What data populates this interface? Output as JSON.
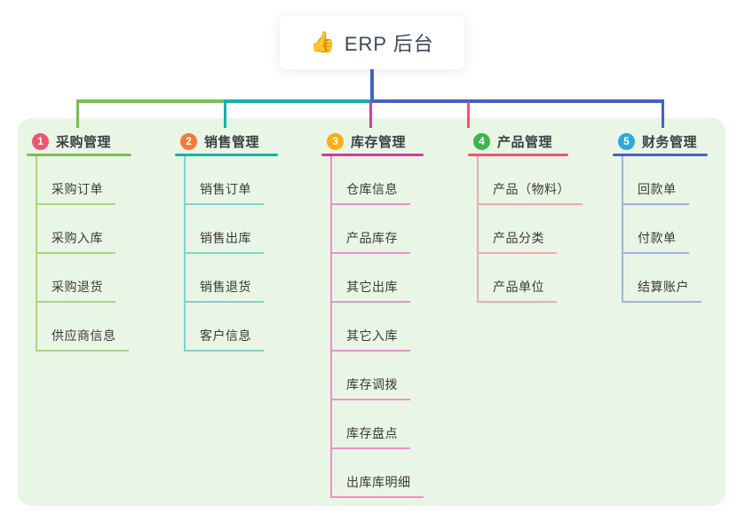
{
  "root": {
    "icon_glyph": "👍",
    "label": "ERP 后台"
  },
  "colors": {
    "page_background": "#ffffff",
    "panel_background": "#e9f5e5",
    "root_card_background": "#ffffff",
    "root_connector_blue": "#4560c8",
    "header_text": "#3b4045",
    "child_text": "#3b3b3b"
  },
  "branches": [
    {
      "index": "1",
      "label": "采购管理",
      "badge_color": "#f1556c",
      "line_color": "#7cbe4e",
      "child_line_color": "#a9d584",
      "children": [
        "采购订单",
        "采购入库",
        "采购退货",
        "供应商信息"
      ]
    },
    {
      "index": "2",
      "label": "销售管理",
      "badge_color": "#f8793b",
      "line_color": "#12b3a6",
      "child_line_color": "#82d3cb",
      "children": [
        "销售订单",
        "销售出库",
        "销售退货",
        "客户信息"
      ]
    },
    {
      "index": "3",
      "label": "库存管理",
      "badge_color": "#fbae17",
      "line_color": "#d43a9f",
      "child_line_color": "#eb92c8",
      "children": [
        "仓库信息",
        "产品库存",
        "其它出库",
        "其它入库",
        "库存调拨",
        "库存盘点",
        "出库库明细"
      ]
    },
    {
      "index": "4",
      "label": "产品管理",
      "badge_color": "#3cb54a",
      "line_color": "#f4536e",
      "child_line_color": "#f9a7ac",
      "children": [
        "产品（物料）",
        "产品分类",
        "产品单位"
      ]
    },
    {
      "index": "5",
      "label": "财务管理",
      "badge_color": "#2ba9de",
      "line_color": "#4560c8",
      "child_line_color": "#9fb2e4",
      "children": [
        "回款单",
        "付款单",
        "结算账户"
      ]
    }
  ]
}
